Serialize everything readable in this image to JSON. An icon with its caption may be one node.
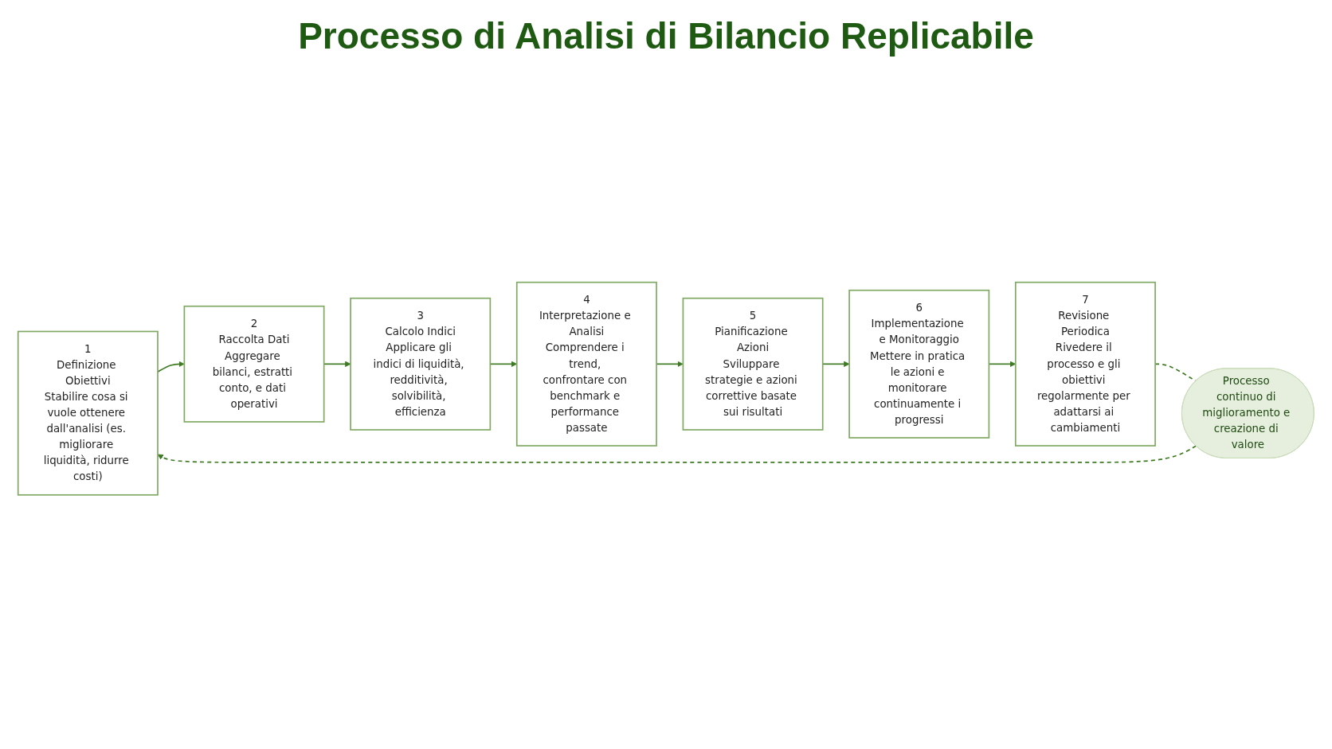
{
  "diagram": {
    "title": "Processo di Analisi di Bilancio Replicabile",
    "nodes": [
      {
        "text": [
          "1",
          "Definizione Obiettivi",
          "Stabilire cosa si vuole ottenere dall'analisi (es. migliorare liquidità, ridurre costi)"
        ]
      },
      {
        "text": [
          "2",
          "Raccolta Dati",
          "Aggregare bilanci, estratti conto, e dati operativi"
        ]
      },
      {
        "text": [
          "3",
          "Calcolo Indici",
          "Applicare gli indici di liquidità, redditività, solvibilità, efficienza"
        ]
      },
      {
        "text": [
          "4",
          "Interpretazione e Analisi",
          "Comprendere i trend, confrontare con benchmark e performance passate"
        ]
      },
      {
        "text": [
          "5",
          "Pianificazione Azioni",
          "Sviluppare strategie e azioni correttive basate sui risultati"
        ]
      },
      {
        "text": [
          "6",
          "Implementazione e Monitoraggio",
          "Mettere in pratica le azioni e monitorare continuamente i progressi"
        ]
      },
      {
        "text": [
          "7",
          "Revisione Periodica",
          "Rivedere il processo e gli obiettivi regolarmente per adattarsi ai cambiamenti"
        ]
      },
      {
        "text": [
          "Processo continuo di miglioramento e creazione di valore"
        ]
      }
    ],
    "edges": [
      {
        "from": 0,
        "to": 1,
        "arrow": "to"
      },
      {
        "from": 1,
        "to": 2,
        "arrow": "to"
      },
      {
        "from": 2,
        "to": 3,
        "arrow": "to"
      },
      {
        "from": 3,
        "to": 4,
        "arrow": "to"
      },
      {
        "from": 4,
        "to": 5,
        "arrow": "to"
      },
      {
        "from": 5,
        "to": 6,
        "arrow": "to"
      },
      {
        "from": 6,
        "to": 7,
        "arrow": "none",
        "style": "dashed"
      },
      {
        "from": 7,
        "to": 0,
        "arrow": "to",
        "style": "dashed"
      }
    ]
  }
}
